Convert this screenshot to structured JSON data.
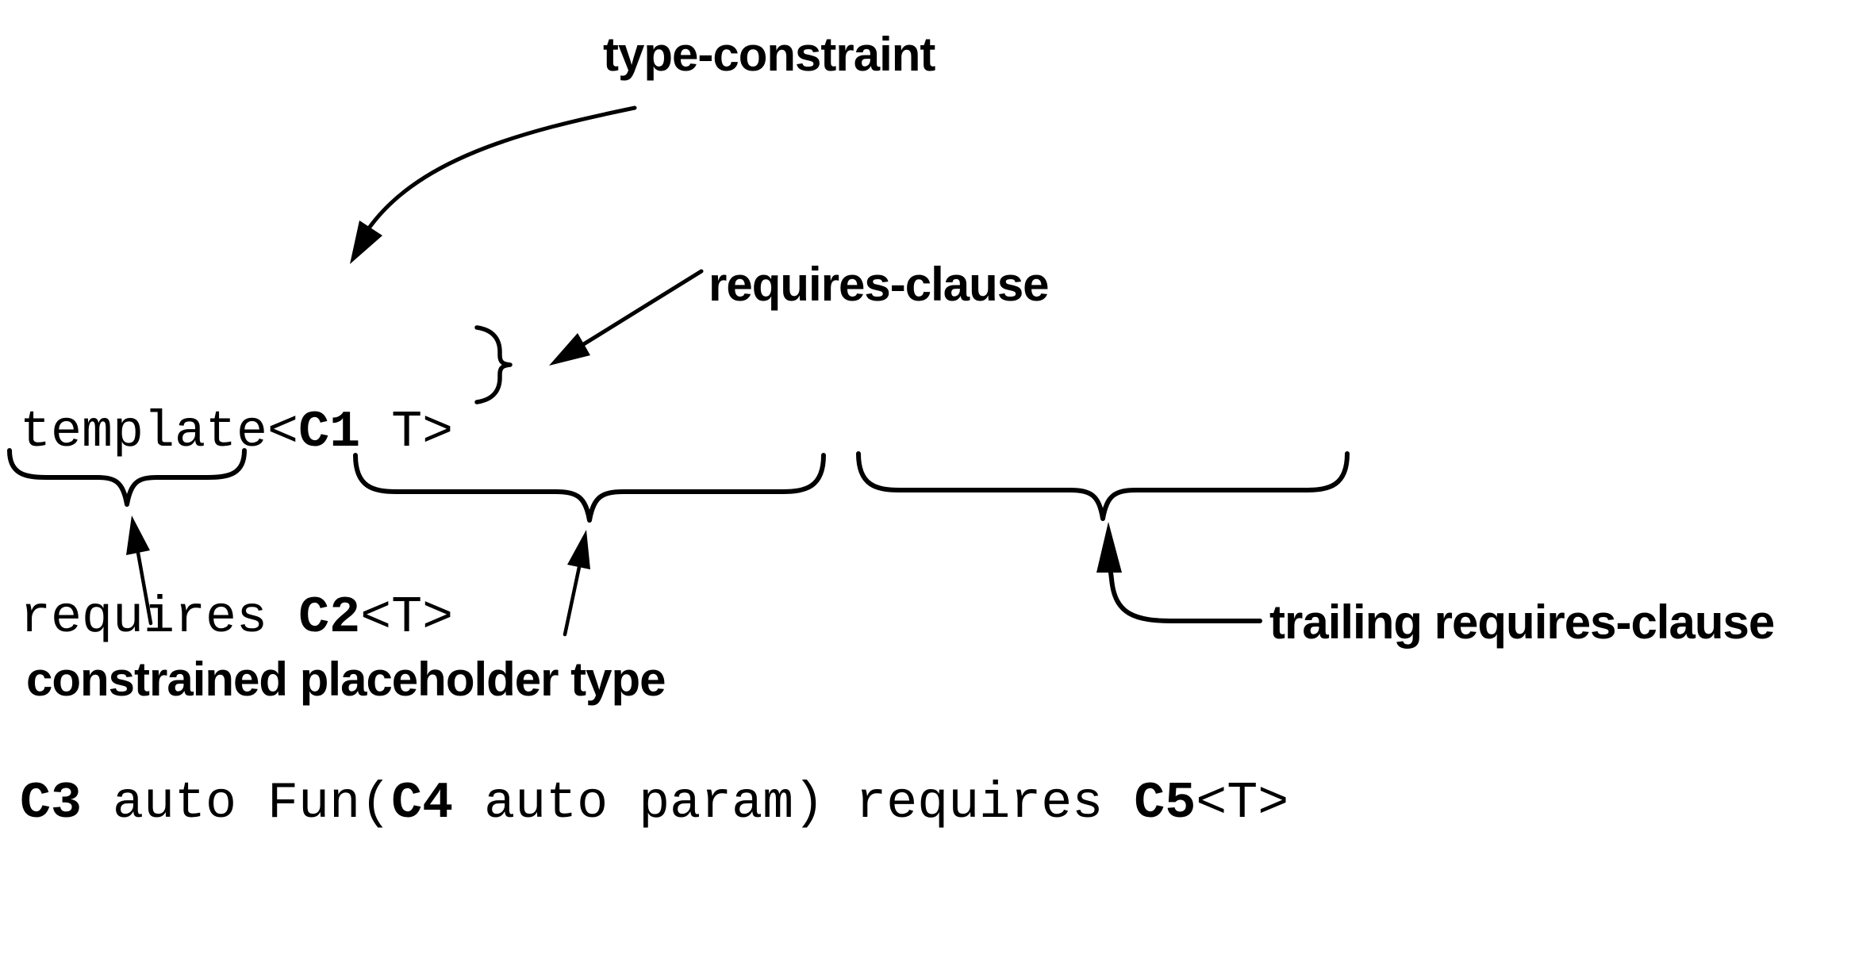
{
  "labels": {
    "type_constraint": "type-constraint",
    "requires_clause": "requires-clause",
    "constrained_placeholder_type": "constrained placeholder type",
    "trailing_requires_clause": "trailing requires-clause"
  },
  "code": {
    "l1a": "template<",
    "l1b": "C1",
    "l1c": " T>",
    "l2a": "requires ",
    "l2b": "C2",
    "l2c": "<T>",
    "l3a": "C3",
    "l3b": " auto Fun(",
    "l3c": "C4",
    "l3d": " auto param) requires ",
    "l3e": "C5",
    "l3f": "<T>"
  },
  "colors": {
    "ink": "#000000",
    "background": "#ffffff"
  }
}
